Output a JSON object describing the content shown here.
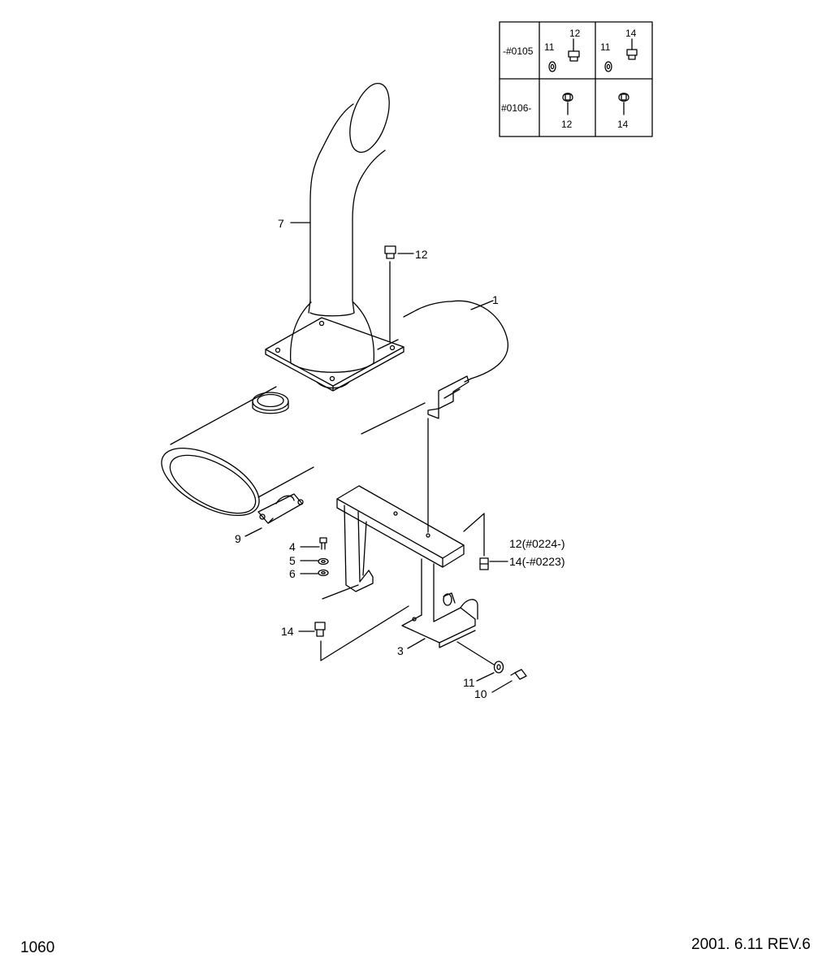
{
  "page_number": "1060",
  "revision": "2001. 6.11  REV.6",
  "serial_table": {
    "rows": [
      {
        "range": "-#0105",
        "left_parts": [
          "11",
          "12"
        ],
        "right_parts": [
          "11",
          "14"
        ]
      },
      {
        "range": "#0106-",
        "left_parts": [
          "12"
        ],
        "right_parts": [
          "14"
        ]
      }
    ]
  },
  "callouts": {
    "p1": "1",
    "p3": "3",
    "p4": "4",
    "p5": "5",
    "p6": "6",
    "p7": "7",
    "p9": "9",
    "p10": "10",
    "p11": "11",
    "p12": "12",
    "p12_serial": "12(#0224-)",
    "p14_serial": "14(-#0223)",
    "p14": "14"
  }
}
